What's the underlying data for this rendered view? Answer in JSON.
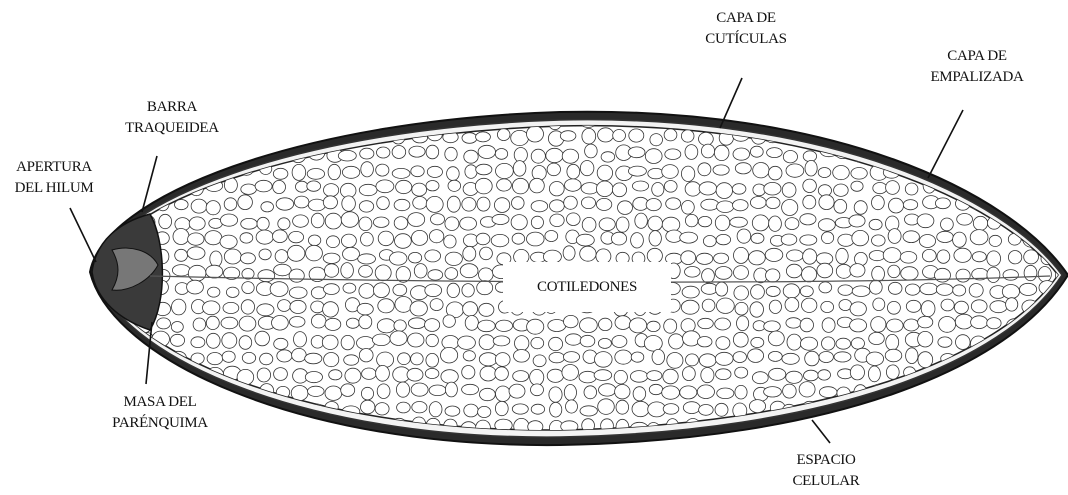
{
  "diagram": {
    "labels": {
      "capa_cuticulas": [
        "CAPA DE",
        "CUTÍCULAS"
      ],
      "capa_empalizada": [
        "CAPA DE",
        "EMPALIZADA"
      ],
      "barra_traqueidea": [
        "BARRA",
        "TRAQUEIDEA"
      ],
      "apertura_hilum": [
        "APERTURA",
        "DEL HILUM"
      ],
      "cotiledones": "COTILEDONES",
      "masa_parenquima": [
        "MASA DEL",
        "PARÉNQUIMA"
      ],
      "espacio_celular": [
        "ESPACIO",
        "CELULAR"
      ]
    },
    "colors": {
      "ink": "#111111",
      "paper": "#ffffff"
    }
  }
}
